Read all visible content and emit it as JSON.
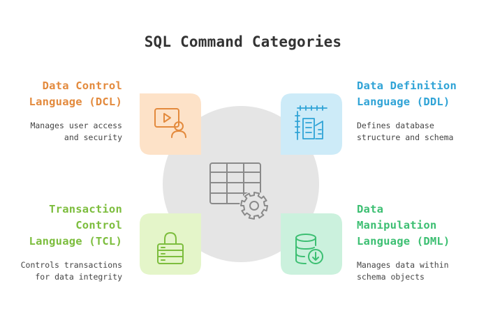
{
  "title": "SQL Command Categories",
  "colors": {
    "dcl": "#e38a3d",
    "ddl": "#2fa3d6",
    "tcl": "#7cbd3d",
    "dml": "#3cbf72",
    "center": "#e5e5e5"
  },
  "icons": {
    "center": "table-gear-icon",
    "dcl": "video-user-icon",
    "ddl": "blueprint-icon",
    "tcl": "server-lock-icon",
    "dml": "database-download-icon"
  },
  "categories": {
    "dcl": {
      "heading_lines": [
        "Data Control",
        "Language (DCL)"
      ],
      "desc_lines": [
        "Manages user access",
        "and security"
      ]
    },
    "ddl": {
      "heading_lines": [
        "Data Definition",
        "Language (DDL)"
      ],
      "desc_lines": [
        "Defines database",
        "structure and schema"
      ]
    },
    "tcl": {
      "heading_lines": [
        "Transaction",
        "Control",
        "Language (TCL)"
      ],
      "desc_lines": [
        "Controls transactions",
        "for data integrity"
      ]
    },
    "dml": {
      "heading_lines": [
        "Data",
        "Manipulation",
        "Language (DML)"
      ],
      "desc_lines": [
        "Manages data within",
        "schema objects"
      ]
    }
  }
}
